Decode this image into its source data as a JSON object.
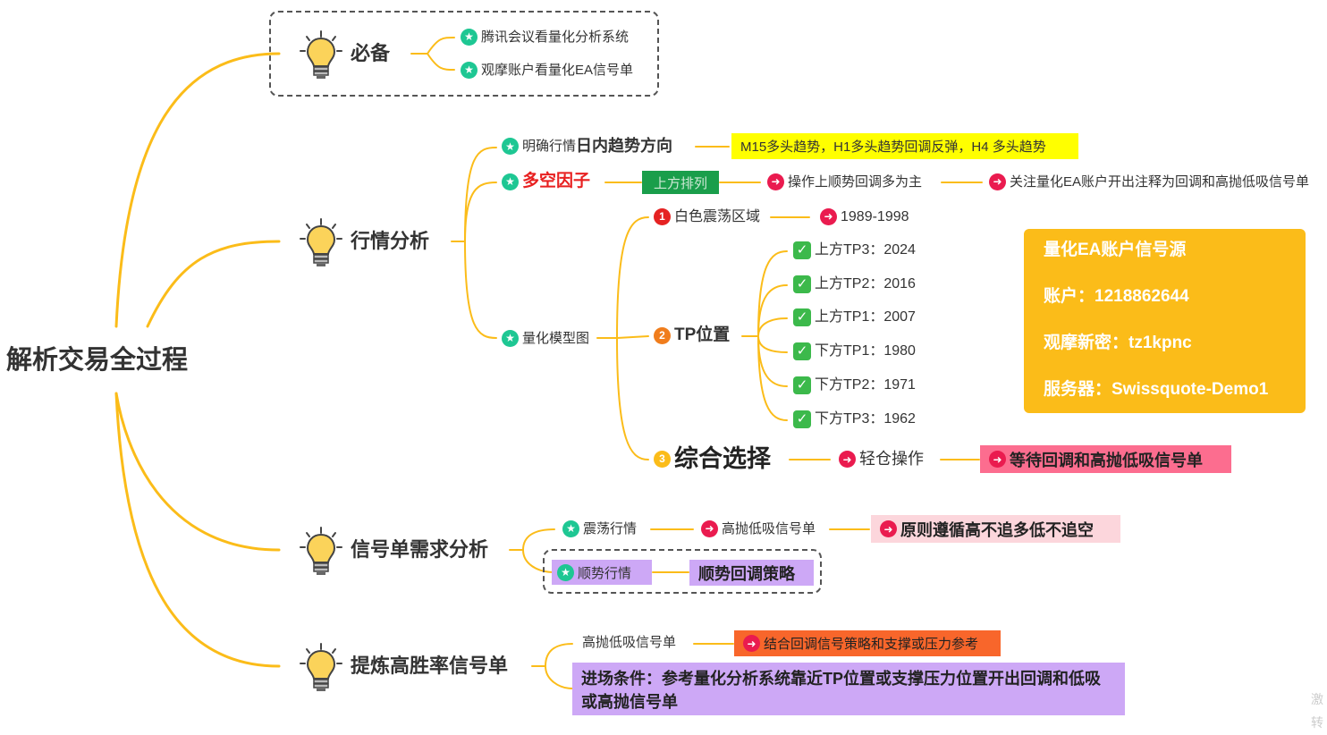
{
  "root_label": "解析交易全过程",
  "branches": {
    "prep": {
      "label": "必备",
      "items": [
        "腾讯会议看量化分析系统",
        "观摩账户看量化EA信号单"
      ]
    },
    "market": {
      "label": "行情分析",
      "direction": {
        "prefix": "明确行情",
        "emphasis": "日内趋势方向",
        "detail": "M15多头趋势，H1多头趋势回调反弹，H4 多头趋势"
      },
      "factor": {
        "label": "多空因子",
        "tag": "上方排列",
        "step1": "操作上顺势回调多为主",
        "step2": "关注量化EA账户开出注释为回调和高抛低吸信号单"
      },
      "model": {
        "label": "量化模型图",
        "zone": {
          "num": "1",
          "label": "白色震荡区域",
          "range": "1989-1998"
        },
        "tp": {
          "num": "2",
          "label": "TP位置",
          "levels": [
            "上方TP3：2024",
            "上方TP2：2016",
            "上方TP1：2007",
            "下方TP1：1980",
            "下方TP2：1971",
            "下方TP3：1962"
          ]
        },
        "choice": {
          "num": "3",
          "label": "综合选择",
          "action": "轻仓操作",
          "result": "等待回调和高抛低吸信号单"
        }
      }
    },
    "signal": {
      "label": "信号单需求分析",
      "range_market": {
        "label": "震荡行情",
        "signal": "高抛低吸信号单",
        "rule": "原则遵循高不追多低不追空"
      },
      "trend_market": {
        "label": "顺势行情",
        "strategy": "顺势回调策略"
      }
    },
    "refine": {
      "label": "提炼高胜率信号单",
      "sub": {
        "label": "高抛低吸信号单",
        "detail": "结合回调信号策略和支撑或压力参考"
      },
      "entry": "进场条件：参考量化分析系统靠近TP位置或支撑压力位置开出回调和低吸或高抛信号单"
    }
  },
  "account_card": {
    "title": "量化EA账户信号源",
    "account": "账户：1218862644",
    "password": "观摩新密：tz1kpnc",
    "server": "服务器：Swissquote-Demo1"
  },
  "watermark": [
    "激",
    "转"
  ],
  "colors": {
    "branch_line": "#fbbc19",
    "star_icon": "#1ec793",
    "arrow_icon": "#ea1b4f",
    "yellow_box": "#ffff00",
    "green_tag": "#1a9e4b",
    "pink_box": "#fc6d8f",
    "light_pink_box": "#fcd6dc",
    "lavender_box": "#cda8f6",
    "orange_box": "#f8662b",
    "card": "#fbbc19"
  },
  "icons": [
    "lightbulb-icon",
    "star-circle-icon",
    "arrow-right-circle-icon",
    "number-circle-icon",
    "check-box-icon"
  ]
}
